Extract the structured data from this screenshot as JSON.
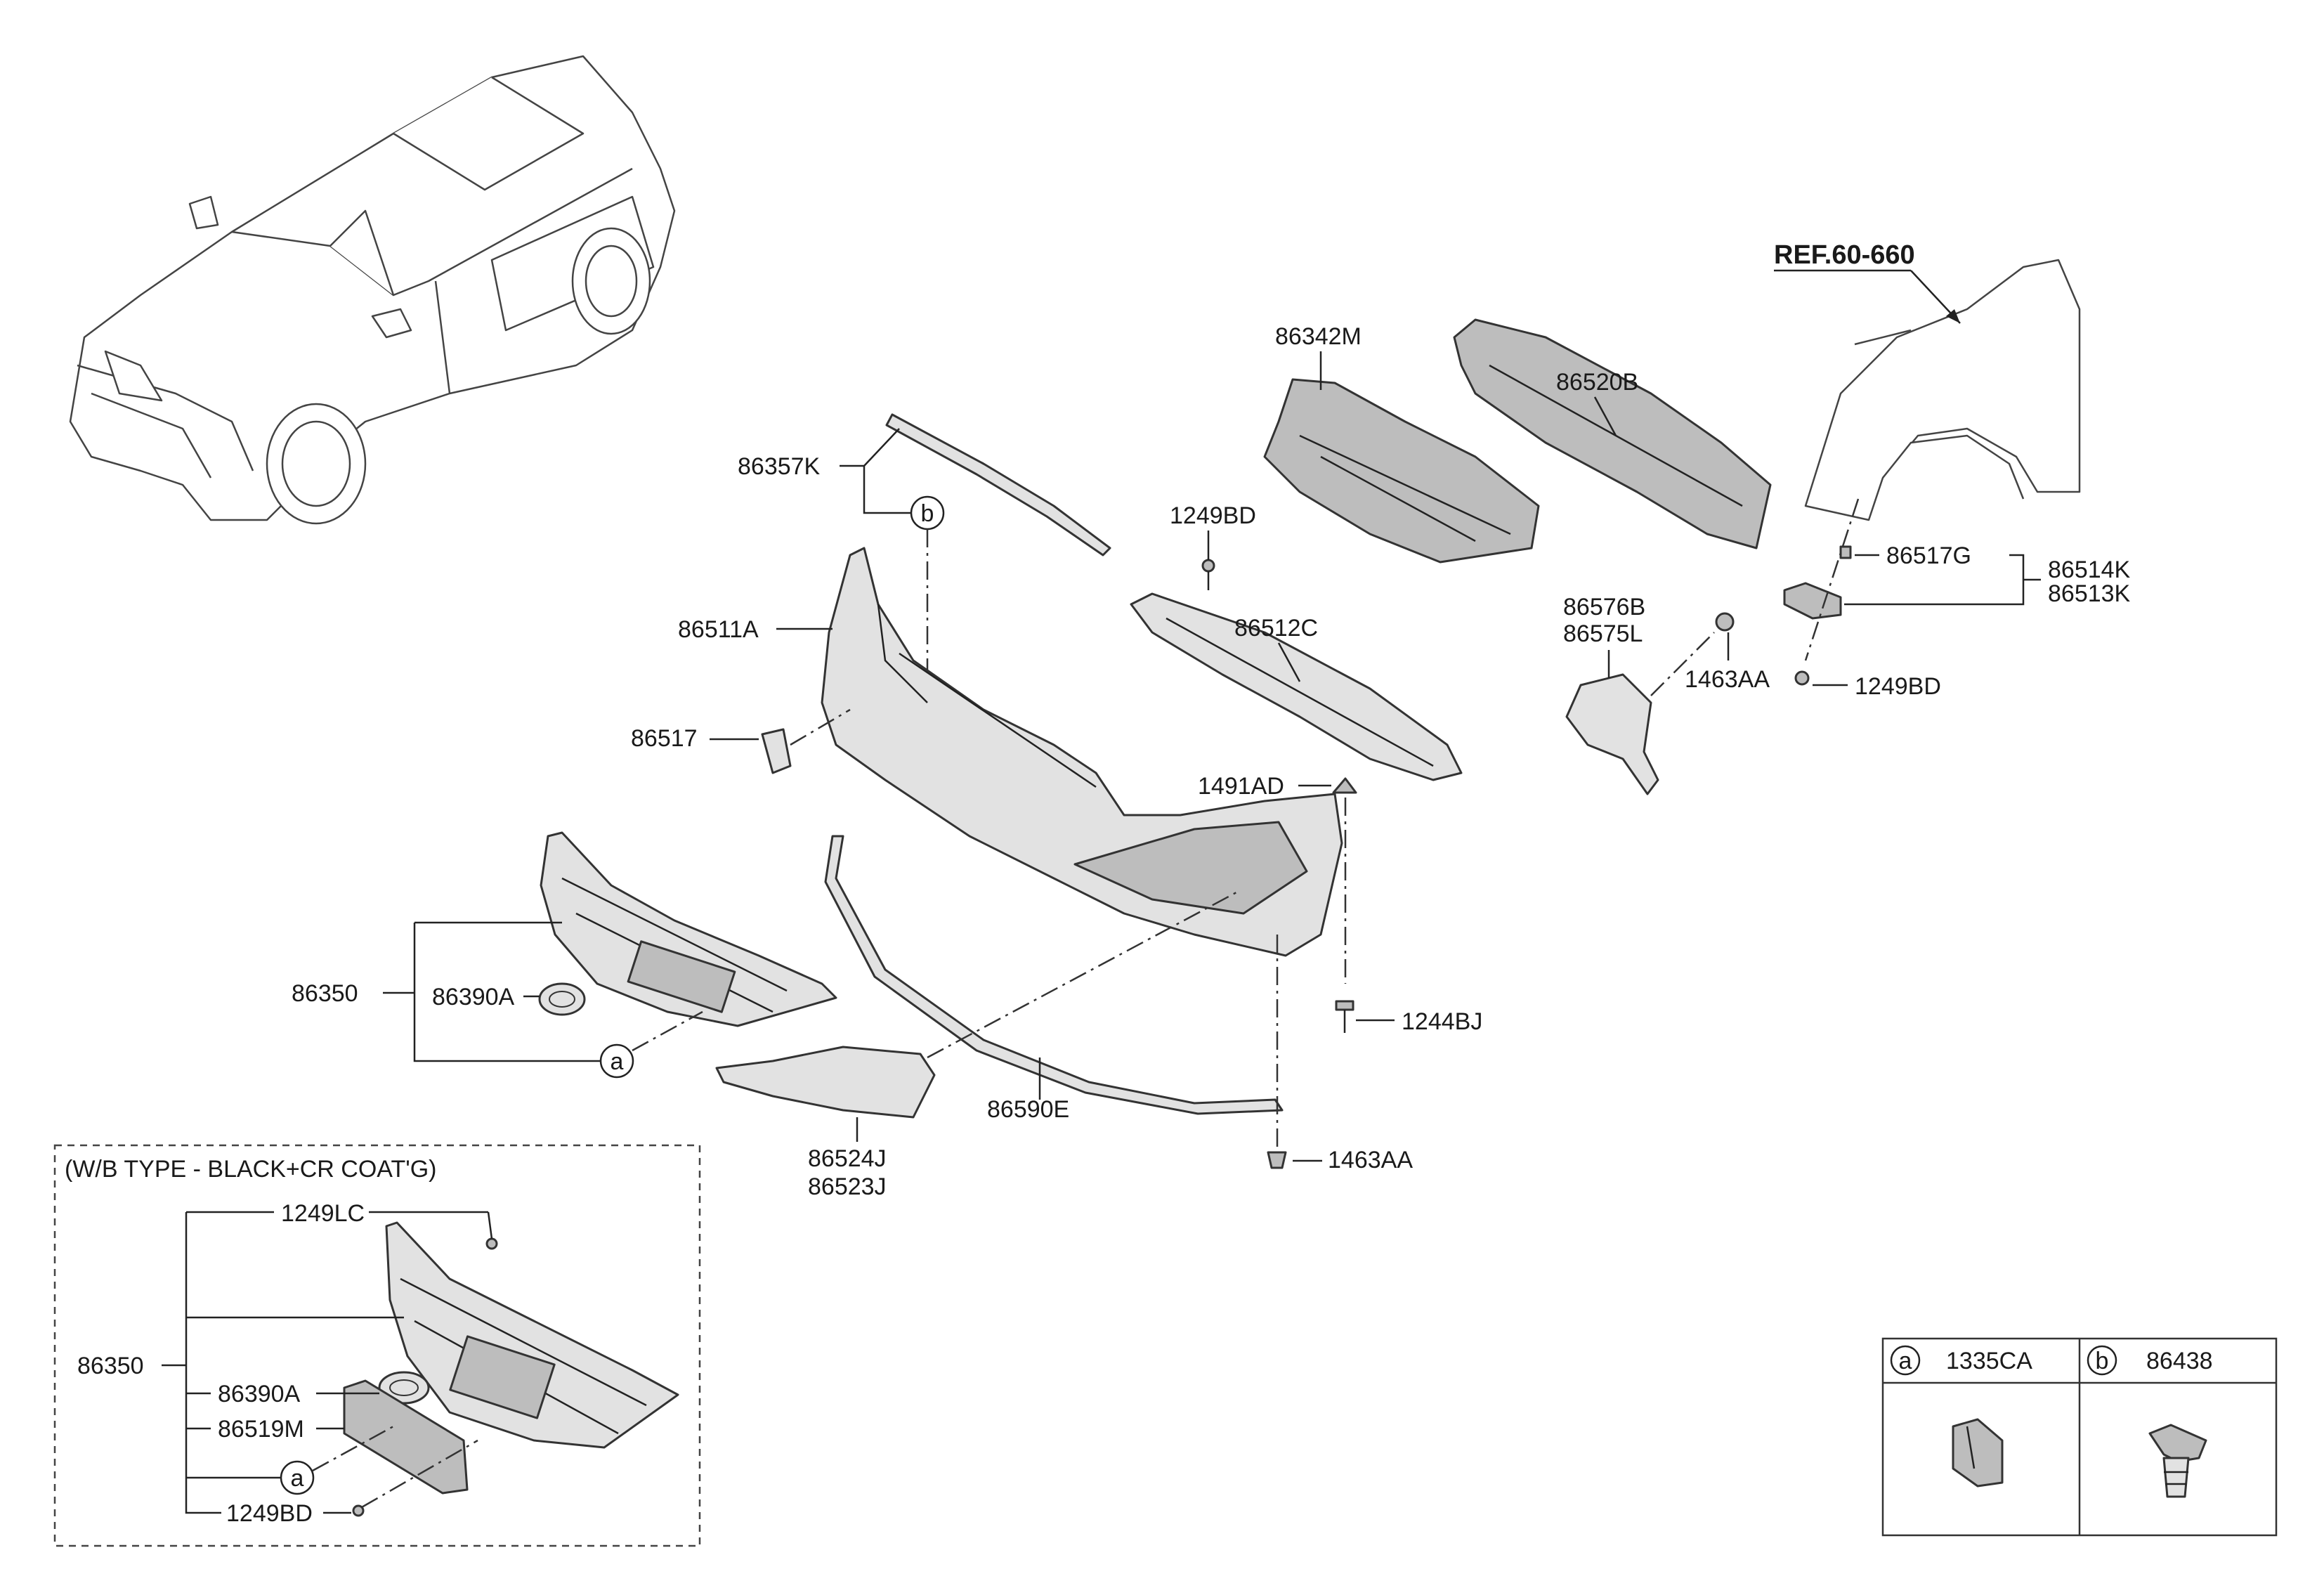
{
  "ref_label": "REF.60-660",
  "variant_note": "(W/B TYPE - BLACK+CR COAT'G)",
  "labels": {
    "p86342M": "86342M",
    "p86520B": "86520B",
    "p86357K": "86357K",
    "p1249BD_top": "1249BD",
    "p86511A": "86511A",
    "p86512C": "86512C",
    "p86576B": "86576B",
    "p86575L": "86575L",
    "p86517G": "86517G",
    "p86514K": "86514K",
    "p86513K": "86513K",
    "p1463AA_right": "1463AA",
    "p1249BD_right": "1249BD",
    "p86517": "86517",
    "p1491AD": "1491AD",
    "p86350": "86350",
    "p86390A": "86390A",
    "p1244BJ": "1244BJ",
    "p86590E": "86590E",
    "p86524J": "86524J",
    "p86523J": "86523J",
    "p1463AA_bottom": "1463AA",
    "inset_1249LC": "1249LC",
    "inset_86350": "86350",
    "inset_86390A": "86390A",
    "inset_86519M": "86519M",
    "inset_1249BD": "1249BD"
  },
  "markers": {
    "a": "a",
    "b": "b"
  },
  "legend": [
    {
      "marker": "a",
      "part": "1335CA"
    },
    {
      "marker": "b",
      "part": "86438"
    }
  ]
}
